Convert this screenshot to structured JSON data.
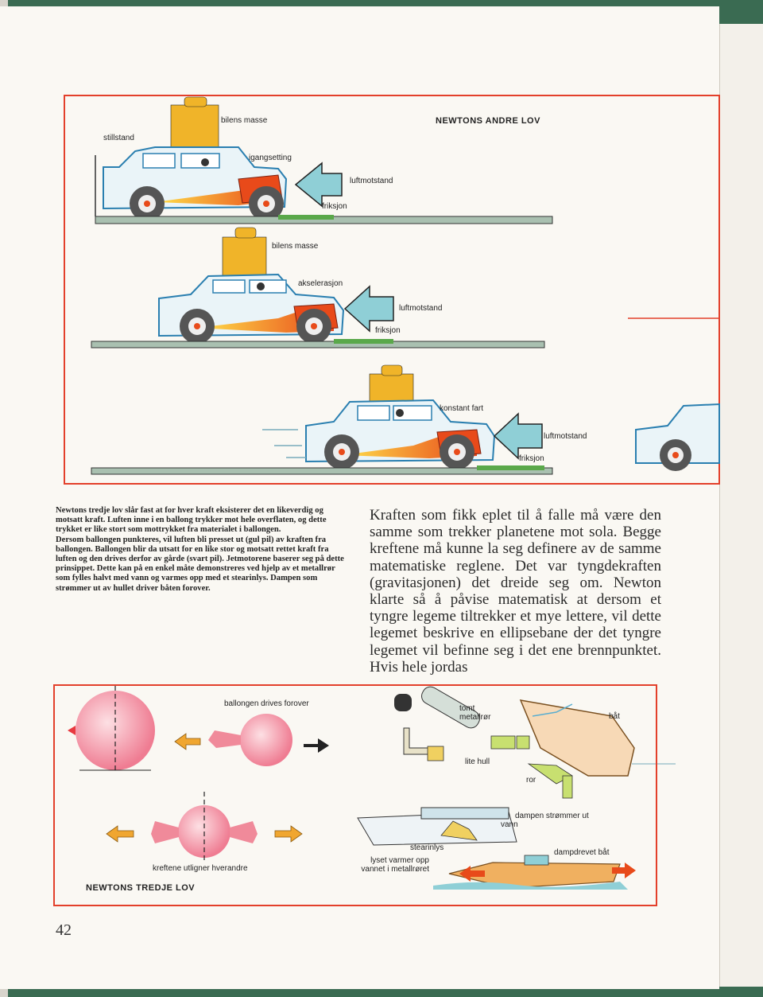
{
  "fig1": {
    "title": "NEWTONS ANDRE LOV",
    "car1": {
      "stillstand": "stillstand",
      "mass": "bilens masse",
      "start": "igangsetting",
      "air": "luftmotstand",
      "friction": "friksjon"
    },
    "car2": {
      "mass": "bilens masse",
      "accel": "akselerasjon",
      "air": "luftmotstand",
      "friction": "friksjon"
    },
    "car3": {
      "speed": "konstant fart",
      "air": "luftmotstand",
      "friction": "friksjon"
    }
  },
  "caption": [
    "Newtons tredje lov slår fast at for hver kraft eksisterer det en likeverdig og motsatt kraft. Luften inne i en ballong trykker mot hele overflaten, og dette trykket er like stort som mottrykket fra materialet i ballongen.",
    "Dersom ballongen punkteres, vil luften bli presset ut (gul pil) av kraften fra ballongen. Ballongen blir da utsatt for en like stor og motsatt rettet kraft fra luften og den drives derfor av gårde (svart pil). Jetmotorene baserer seg på dette prinsippet. Dette kan på en enkel måte demonstreres ved hjelp av et metallrør som fylles halvt med vann og varmes opp med et stearinlys. Dampen som strømmer ut av hullet driver båten forover."
  ],
  "body_text": "Kraften som fikk eplet til å falle må være den samme som trekker planetene mot sola. Begge kreftene må kunne la seg definere av de samme matematiske reglene. Det var tyngdekraften (gravitasjonen) det dreide seg om. Newton klarte så å påvise matematisk at dersom et tyngre legeme tiltrekker et mye lettere, vil dette legemet beskrive en ellipsebane der det tyngre legemet vil befinne seg i det ene brennpunktet. Hvis hele jordas",
  "fig2": {
    "title": "NEWTONS TREDJE LOV",
    "balloon_drives": "ballongen drives forover",
    "forces_cancel": "kreftene utligner hverandre",
    "empty_tube": "tomt metallrør",
    "small_hole": "lite hull",
    "boat": "båt",
    "rudder": "ror",
    "steam_out": "dampen strømmer ut",
    "water": "vann",
    "candle": "stearinlys",
    "heats": "lyset varmer opp vannet i metallrøret",
    "steamboat": "dampdrevet båt"
  },
  "page_number": "42",
  "colors": {
    "frame": "#e3402b",
    "weight": "#f0b429",
    "air_arrow": "#8fcfd6",
    "ground": "#5aa84a",
    "engine": "#e84a1a",
    "balloon": "#f08a9a"
  }
}
